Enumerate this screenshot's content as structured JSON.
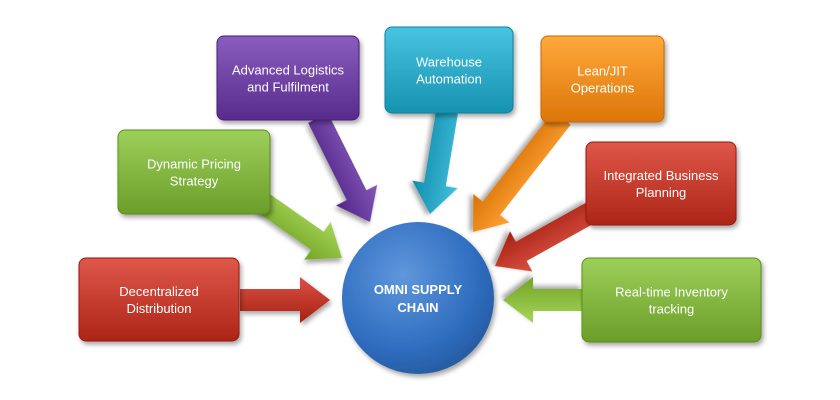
{
  "center": {
    "lines": [
      "OMNI SUPPLY",
      "CHAIN"
    ],
    "color": "#2f6dbf"
  },
  "nodes": [
    {
      "id": "decentralized-distribution",
      "lines": [
        "Decentralized",
        "Distribution"
      ],
      "color": "#c0392b",
      "arrow_color": "#c0392b"
    },
    {
      "id": "dynamic-pricing-strategy",
      "lines": [
        "Dynamic Pricing",
        "Strategy"
      ],
      "color": "#7fb13d",
      "arrow_color": "#8cbd3f"
    },
    {
      "id": "advanced-logistics",
      "lines": [
        "Advanced Logistics",
        "and Fulfilment"
      ],
      "color": "#6b3fa0",
      "arrow_color": "#6b3fa0"
    },
    {
      "id": "warehouse-automation",
      "lines": [
        "Warehouse",
        "Automation"
      ],
      "color": "#2aa6c4",
      "arrow_color": "#2aa6c4"
    },
    {
      "id": "lean-jit-operations",
      "lines": [
        "Lean/JIT",
        "Operations"
      ],
      "color": "#f08a1d",
      "arrow_color": "#f08a1d"
    },
    {
      "id": "integrated-business-planning",
      "lines": [
        "Integrated Business",
        "Planning"
      ],
      "color": "#c0392b",
      "arrow_color": "#c0392b"
    },
    {
      "id": "real-time-inventory",
      "lines": [
        "Real-time Inventory",
        "tracking"
      ],
      "color": "#7fb13d",
      "arrow_color": "#8cbd3f"
    }
  ]
}
